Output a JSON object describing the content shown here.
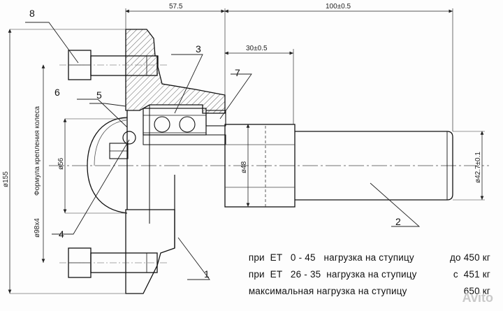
{
  "dimensions": {
    "top_flange_width": "57.5",
    "overall_length": "100±0.5",
    "bearing_offset": "30±0.5",
    "outer_diameter": "ø155",
    "bolt_circle_label": "Формула крепления колеса",
    "bolt_circle": "ø98x4",
    "center_bore": "ø56",
    "shaft_mid": "ø48",
    "shaft_end": "ø42.7±0.1"
  },
  "callouts": [
    "1",
    "2",
    "3",
    "4",
    "5",
    "6",
    "7",
    "8"
  ],
  "load_table": [
    {
      "text": "при  ET   0 - 45   нагрузка на ступицу",
      "value": "до 450 кг"
    },
    {
      "text": "при  ET   26 - 35  нагрузка на ступицу",
      "value": "с  451 кг"
    },
    {
      "text": "максимальная нагрузка на ступицу",
      "value": "650 кг"
    }
  ],
  "watermark": "Avito"
}
